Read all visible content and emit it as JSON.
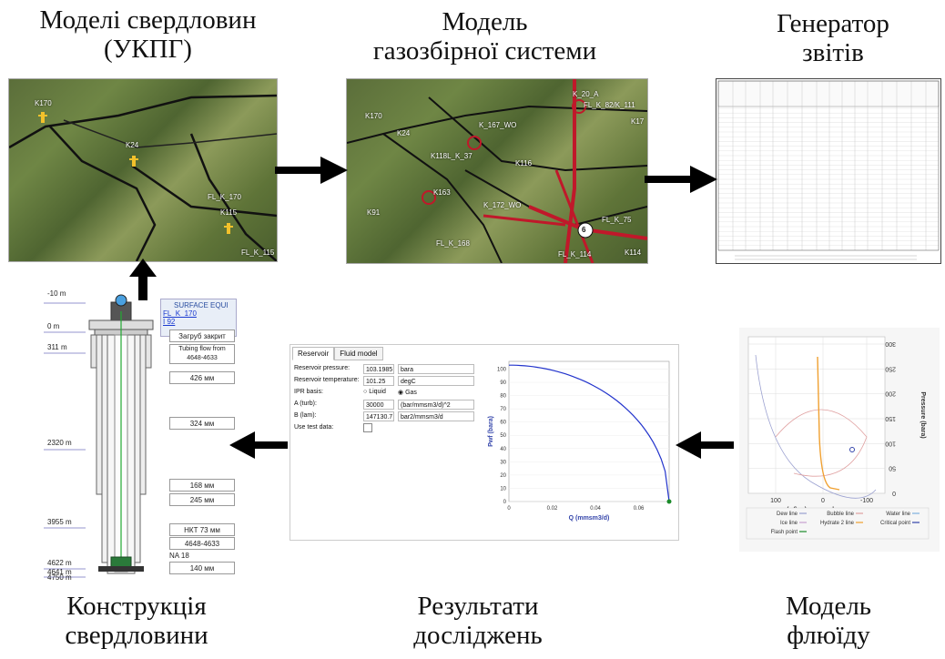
{
  "captions": {
    "wells_line1": "Моделі свердловин",
    "wells_line2": "(УКПГ)",
    "gas_line1": "Модель",
    "gas_line2": "газозбірної системи",
    "gen_line1": "Генератор",
    "gen_line2": "звітів",
    "constr_line1": "Конструкція",
    "constr_line2": "свердловини",
    "results_line1": "Результати",
    "results_line2": "досліджень",
    "fluid_line1": "Модель",
    "fluid_line2": "флюїду"
  },
  "map1": {
    "labels": [
      "K170",
      "K24",
      "FL_K_170",
      "K115",
      "FL_K_115"
    ]
  },
  "map2": {
    "labels": [
      "K170",
      "K24",
      "K_20_A",
      "FL_K_82/K_111",
      "K118L_K_37",
      "K_167_WO",
      "K116",
      "K91",
      "K114",
      "FL_K_168",
      "FL_K_114",
      "K17",
      "K163",
      "K_172_WO",
      "FL_K_75",
      "6"
    ]
  },
  "well": {
    "depths": [
      "-10 m",
      "0 m",
      "311 m",
      "2320 m",
      "3955 m",
      "4622 m",
      "4641 m",
      "4750 m"
    ],
    "header": "SURFACE EQUI",
    "link1": "FL_K_170",
    "link2": "I 92",
    "boxes": [
      "Загруб закрит",
      "Tubing flow from 4648-4633",
      "426 мм",
      "324 мм",
      "168 мм",
      "245 мм",
      "НКТ 73 мм",
      "4648-4633",
      "NA 18",
      "140 мм"
    ]
  },
  "ipr": {
    "tabs": [
      "Reservoir",
      "Fluid model"
    ],
    "rows": [
      {
        "label": "Reservoir pressure:",
        "value": "103.1985",
        "unit": "bara"
      },
      {
        "label": "Reservoir temperature:",
        "value": "101.25",
        "unit": "degC"
      },
      {
        "label": "IPR basis:",
        "value": "Liquid",
        "unit": "Gas"
      },
      {
        "label": "A (turb):",
        "value": "30000",
        "unit": "(bar/mmsm3/d)^2"
      },
      {
        "label": "B (lam):",
        "value": "147130.7",
        "unit": "bar2/mmsm3/d"
      },
      {
        "label": "Use test data:",
        "value": "",
        "unit": ""
      }
    ],
    "xlabel": "Q (mmsm3/d)",
    "ylabel": "Pwf (bara)",
    "xticks": [
      "0",
      "0.02",
      "0.04",
      "0.06"
    ],
    "yticks": [
      "0",
      "10",
      "20",
      "30",
      "40",
      "50",
      "60",
      "70",
      "80",
      "90",
      "100"
    ]
  },
  "phase": {
    "xlabel": "Temperature (degC)",
    "ylabel": "Pressure (bara)",
    "xticks": [
      "100",
      "0",
      "-100"
    ],
    "yticks": [
      "0",
      "50",
      "100",
      "150",
      "200",
      "250",
      "300"
    ],
    "legend": [
      "Dew line",
      "Bubble line",
      "Water line",
      "Ice line",
      "Hydrate 2 line",
      "Critical point",
      "Flash point"
    ]
  },
  "colors": {
    "arrow": "#000000",
    "pipeline": "#c0182a",
    "hydrate": "#f0a030",
    "ipr_curve": "#2233cc",
    "tubing_green": "#22aa33"
  }
}
